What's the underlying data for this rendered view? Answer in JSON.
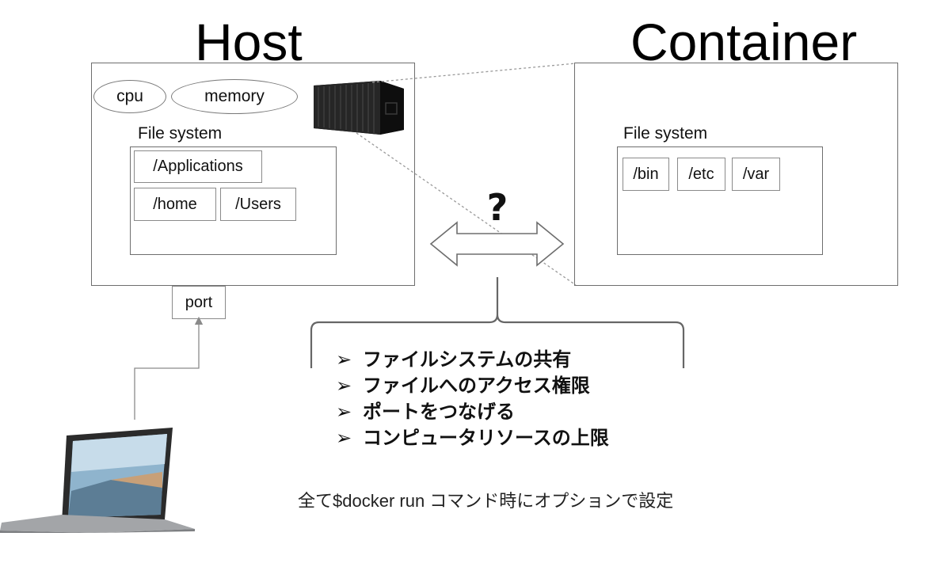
{
  "host": {
    "title": "Host",
    "resources": [
      "cpu",
      "memory"
    ],
    "fs_label": "File system",
    "folders": [
      "/Applications",
      "/home",
      "/Users"
    ],
    "port_label": "port"
  },
  "container": {
    "title": "Container",
    "fs_label": "File system",
    "folders": [
      "/bin",
      "/etc",
      "/var"
    ]
  },
  "question_mark": "?",
  "bullets": {
    "marker": "➢",
    "items": [
      "ファイルシステムの共有",
      "ファイルへのアクセス権限",
      "ポートをつなげる",
      "コンピュータリソースの上限"
    ]
  },
  "note": "全て$docker run コマンド時にオプションで設定"
}
